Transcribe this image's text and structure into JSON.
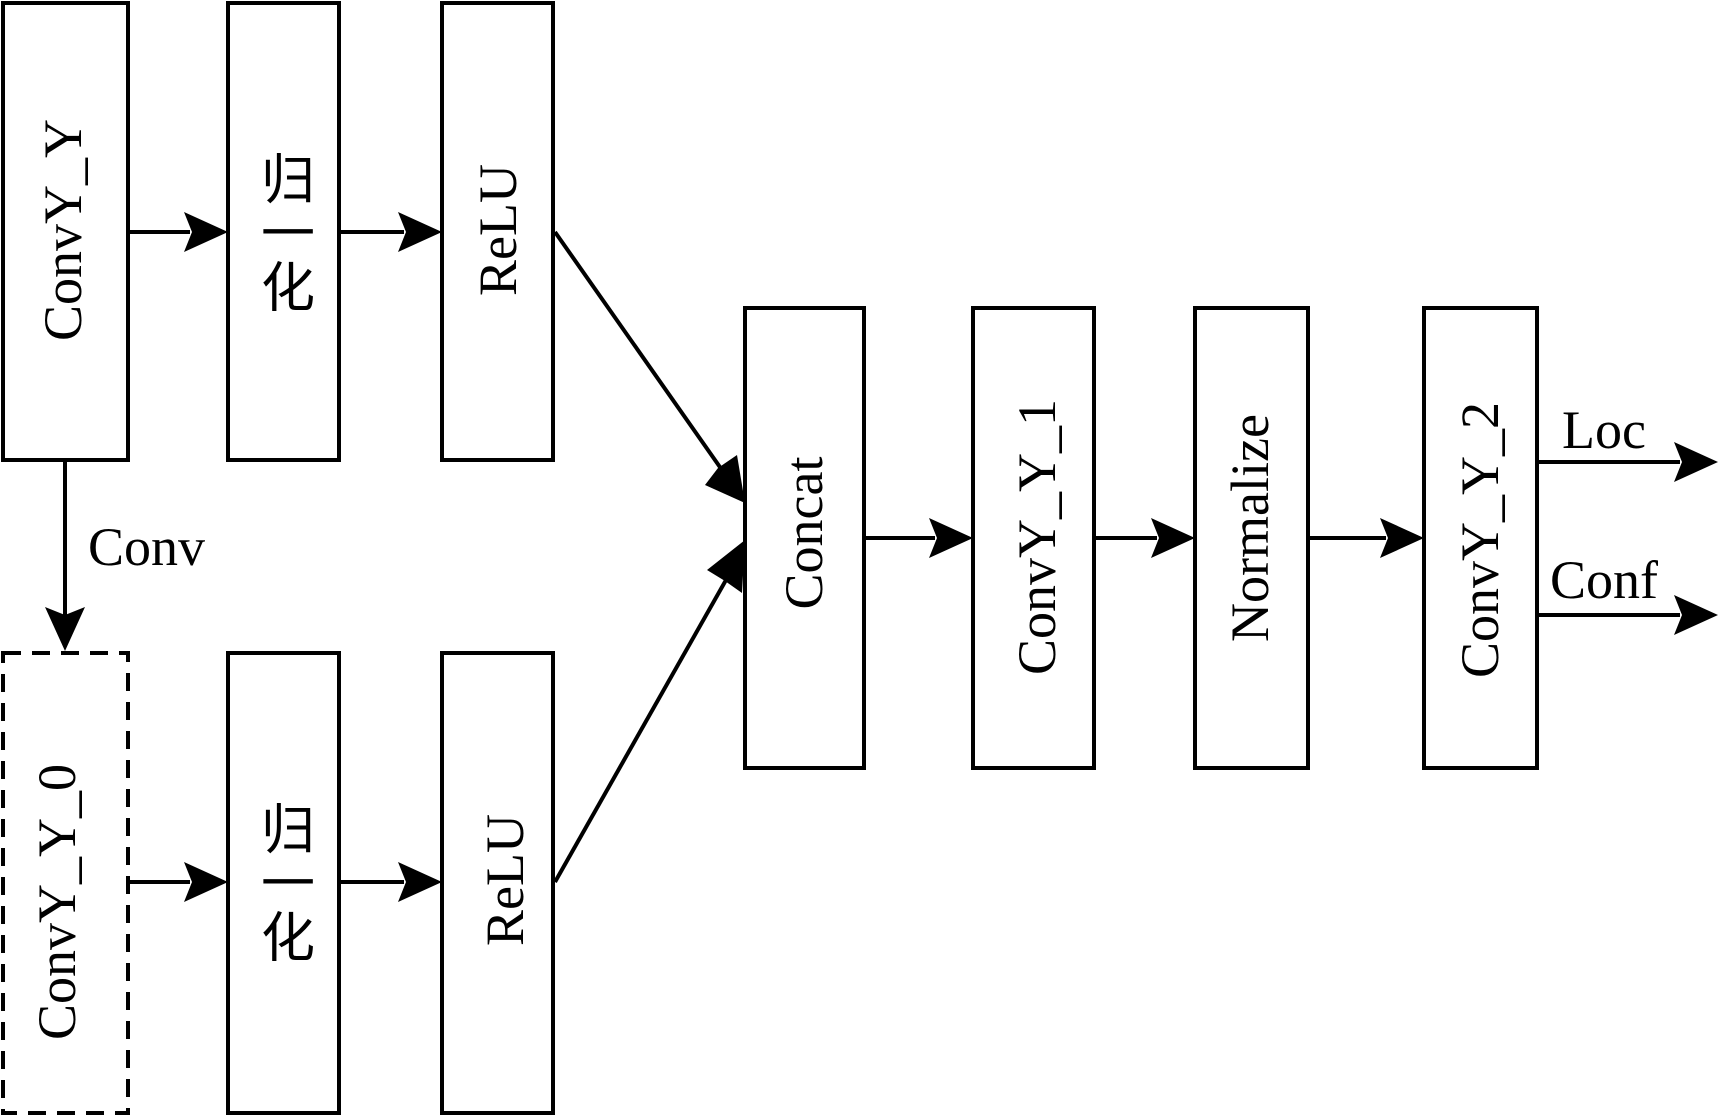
{
  "nodes": {
    "convy_y": {
      "label": "ConvY_Y"
    },
    "norm_top": {
      "label": "归一化"
    },
    "relu_top": {
      "label": "ReLU"
    },
    "convy_y_0": {
      "label": "ConvY_Y_0"
    },
    "norm_bottom": {
      "label": "归一化"
    },
    "relu_bottom": {
      "label": "ReLU"
    },
    "concat": {
      "label": "Concat"
    },
    "convy_y_1": {
      "label": "ConvY_Y_1"
    },
    "normalize": {
      "label": "Normalize"
    },
    "convy_y_2": {
      "label": "ConvY_Y_2"
    }
  },
  "edges": {
    "conv": {
      "label": "Conv"
    },
    "loc": {
      "label": "Loc"
    },
    "conf": {
      "label": "Conf"
    }
  },
  "colors": {
    "stroke": "#000000",
    "fill": "#ffffff"
  }
}
